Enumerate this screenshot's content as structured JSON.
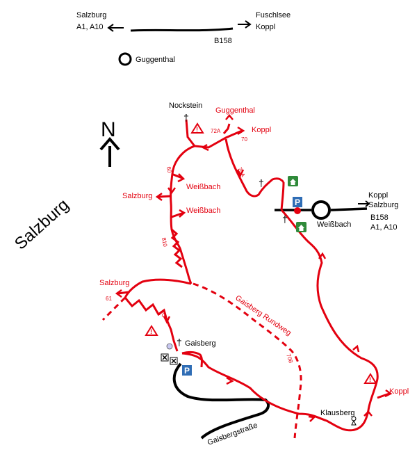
{
  "colors": {
    "route": "#e3000f",
    "road": "#000000",
    "parking": "#2f6db5",
    "hut": "#2f8a3a"
  },
  "header": {
    "left_dir_line1": "Salzburg",
    "left_dir_line2": "A1, A10",
    "right_dir_line1": "Fuschlsee",
    "right_dir_line2": "Koppl",
    "road_label": "B158",
    "guggenthal_label": "Guggenthal"
  },
  "compass": {
    "label": "N"
  },
  "region_label": "Salzburg",
  "places": {
    "nockstein": "Nockstein",
    "guggenthal": "Guggenthal",
    "koppl_top": "Koppl",
    "weissbach_1": "Weißbach",
    "weissbach_2": "Weißbach",
    "salzburg_1": "Salzburg",
    "salzburg_2": "Salzburg",
    "weissbach_town": "Weißbach",
    "right_koppl": "Koppl",
    "right_salzburg": "Salzburg",
    "right_b158": "B158",
    "right_a": "A1, A10",
    "gaisberg": "Gaisberg",
    "rundweg": "Gaisberg Rundweg",
    "klausberg": "Klausberg",
    "koppl_bottom": "Koppl",
    "gaisbergstrasse": "Gaisbergstraße"
  },
  "trail_numbers": {
    "t72a": "72A",
    "t70_top": "70",
    "t70a": "70A",
    "t60": "60",
    "t810": "810",
    "t61": "61",
    "t70_mid": "70",
    "t708": "708"
  },
  "symbols": {
    "parking": "P",
    "cross": "†",
    "warning": "!"
  },
  "icons": [
    "summit-cross-icon",
    "warning-icon",
    "parking-icon",
    "hut-icon",
    "crossed-tools-icon",
    "trail-arrow-icon",
    "chapel-icon"
  ]
}
